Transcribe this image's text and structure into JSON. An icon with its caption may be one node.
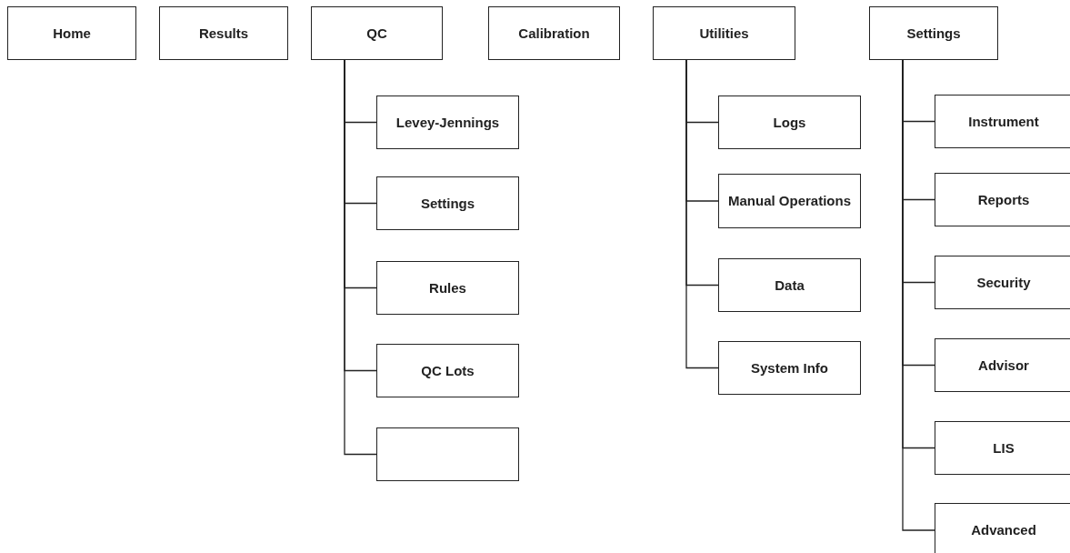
{
  "diagram": {
    "nodes": [
      {
        "text": [
          "Home"
        ]
      },
      {
        "text": [
          "Results"
        ]
      },
      {
        "text": [
          "QC"
        ]
      },
      {
        "text": [
          "Calibration"
        ]
      },
      {
        "text": [
          "Utilities"
        ]
      },
      {
        "text": [
          "Settings"
        ]
      },
      {
        "text": [
          "Levey-Jennings"
        ]
      },
      {
        "text": [
          "Settings"
        ]
      },
      {
        "text": [
          "Rules"
        ]
      },
      {
        "text": [
          "QC Lots"
        ]
      },
      {
        "text": [],
        "shape": "box"
      },
      {
        "text": [
          "Logs"
        ]
      },
      {
        "text": [
          "Manual Operations"
        ]
      },
      {
        "text": [
          "Data"
        ]
      },
      {
        "text": [
          "System Info"
        ]
      },
      {
        "text": [
          "Instrument"
        ]
      },
      {
        "text": [
          "Reports"
        ]
      },
      {
        "text": [
          "Security"
        ]
      },
      {
        "text": [
          "Advisor"
        ]
      },
      {
        "text": [
          "LIS"
        ]
      },
      {
        "text": [
          "Advanced"
        ]
      }
    ],
    "edges": [
      {
        "from": 2,
        "to": 6,
        "arrow": "none"
      },
      {
        "from": 2,
        "to": 7,
        "arrow": "none"
      },
      {
        "from": 2,
        "to": 8,
        "arrow": "none"
      },
      {
        "from": 2,
        "to": 9,
        "arrow": "none"
      },
      {
        "from": 2,
        "to": 10,
        "arrow": "none"
      },
      {
        "from": 4,
        "to": 11,
        "arrow": "none"
      },
      {
        "from": 4,
        "to": 12,
        "arrow": "none"
      },
      {
        "from": 4,
        "to": 13,
        "arrow": "none"
      },
      {
        "from": 4,
        "to": 14,
        "arrow": "none"
      },
      {
        "from": 5,
        "to": 15,
        "arrow": "none"
      },
      {
        "from": 5,
        "to": 16,
        "arrow": "none"
      },
      {
        "from": 5,
        "to": 17,
        "arrow": "none"
      },
      {
        "from": 5,
        "to": 18,
        "arrow": "none"
      },
      {
        "from": 5,
        "to": 19,
        "arrow": "none"
      },
      {
        "from": 5,
        "to": 20,
        "arrow": "none"
      }
    ]
  }
}
